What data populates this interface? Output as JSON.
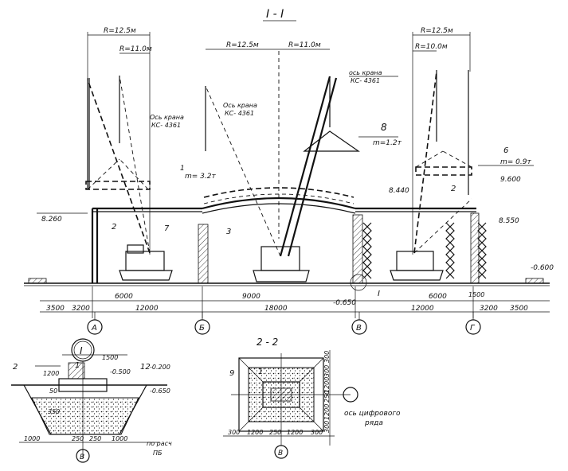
{
  "section_main": "I - I",
  "section_22": "2 - 2",
  "callout_I": "I",
  "radii": {
    "left_outer": "R=12.5м",
    "left_inner": "R=11.0м",
    "mid_outer": "R=12.5м",
    "mid_inner": "R=11.0м",
    "right_outer": "R=12.5м",
    "right_inner": "R=10.0м"
  },
  "crane_axis": {
    "left_line1": "Ось крана",
    "left_line2": "КС- 4361",
    "mid_line1": "Ось крана",
    "mid_line2": "КС- 4361",
    "right_line1": "ось крана",
    "right_line2": "КС- 4361"
  },
  "loads": {
    "item8_num": "8",
    "item8_mass": "m=1.2т",
    "item1_mass": "m= 3.2т",
    "item6_num": "6",
    "item6_mass": "m= 0.9т"
  },
  "levels": {
    "l8260": "8.260",
    "l8440": "8.440",
    "l9600": "9.600",
    "l8550": "8.550",
    "l_0600": "-0.600",
    "l_0650": "-0.650"
  },
  "item_labels": {
    "n1": "1",
    "n2_left": "2",
    "n7": "7",
    "n3": "3",
    "n2_right": "2",
    "nI_small": "I"
  },
  "dimensions": {
    "d3500_left": "3500",
    "d3200": "3200",
    "d6000_left": "6000",
    "d12000_left": "12000",
    "d9000": "9000",
    "d18000": "18000",
    "d12000_right": "12000",
    "d6000_right": "6000",
    "d1500": "1500",
    "d3200_right": "3200",
    "d3500_right": "3500"
  },
  "axes": [
    "А",
    "Б",
    "В",
    "Г"
  ],
  "detail": {
    "label_2": "2",
    "label_1": "1",
    "label_12": "12",
    "d1500": "1500",
    "d1200": "1200",
    "l_0500": "-0.500",
    "l_0200": "-0.200",
    "l_0650": "-0.650",
    "d50": "50",
    "d350": "350",
    "d1000_l": "1000",
    "d250_a": "250",
    "d250_b": "250",
    "d1000_r": "1000",
    "note1": "по расч",
    "note2": "ПБ",
    "axis_b": "В"
  },
  "section22": {
    "label_1": "1",
    "label_9": "9",
    "left_dims": [
      "300",
      "1200",
      "250",
      "1200",
      "300"
    ],
    "right_dims": [
      "300",
      "300",
      "1200",
      "250",
      "1200",
      "300"
    ],
    "axis_note1": "ось цифрового",
    "axis_note2": "ряда",
    "axis_b": "В"
  }
}
